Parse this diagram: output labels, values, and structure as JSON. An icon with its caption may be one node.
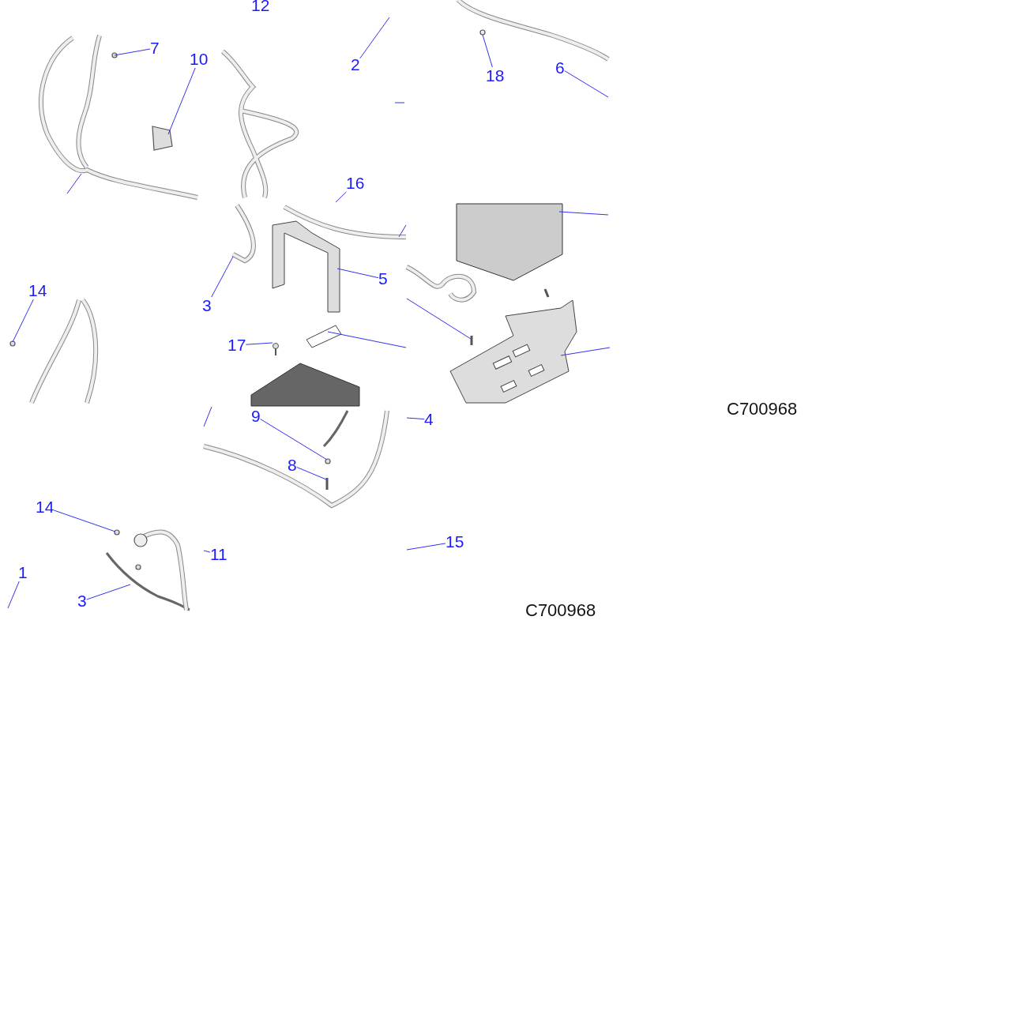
{
  "diagram": {
    "nodes": [
      {
        "text": [
          "7"
        ]
      },
      {
        "text": [
          "10"
        ]
      },
      {
        "text": [
          "2"
        ]
      },
      {
        "text": [
          "18"
        ]
      },
      {
        "text": [
          "6"
        ]
      },
      {
        "text": [
          "16"
        ]
      },
      {
        "text": [
          "14"
        ]
      },
      {
        "text": [
          "3"
        ]
      },
      {
        "text": [
          "5"
        ]
      },
      {
        "text": [
          "17"
        ]
      },
      {
        "text": [
          "9"
        ]
      },
      {
        "text": [
          "4"
        ]
      },
      {
        "text": [
          "8"
        ]
      },
      {
        "text": [
          "14"
        ]
      },
      {
        "text": [
          "11"
        ]
      },
      {
        "text": [
          "1"
        ]
      },
      {
        "text": [
          "3"
        ]
      },
      {
        "text": [
          "15"
        ]
      },
      {
        "text": [],
        "shape": "picture"
      }
    ],
    "edges": [
      {
        "from": 0,
        "to": null,
        "arrow": "none"
      },
      {
        "from": 1,
        "to": null,
        "arrow": "none"
      },
      {
        "from": 2,
        "to": null,
        "arrow": "none"
      },
      {
        "from": 3,
        "to": null,
        "arrow": "none"
      },
      {
        "from": 4,
        "to": null,
        "arrow": "none"
      },
      {
        "from": 5,
        "to": null,
        "arrow": "none"
      },
      {
        "from": 6,
        "to": null,
        "arrow": "none"
      },
      {
        "from": 7,
        "to": null,
        "arrow": "none"
      },
      {
        "from": 8,
        "to": null,
        "arrow": "none"
      },
      {
        "from": 9,
        "to": 18,
        "arrow": "none"
      },
      {
        "from": 10,
        "to": null,
        "arrow": "none"
      },
      {
        "from": 11,
        "to": null,
        "arrow": "none"
      },
      {
        "from": 12,
        "to": null,
        "arrow": "none"
      },
      {
        "from": 13,
        "to": null,
        "arrow": "none"
      },
      {
        "from": 14,
        "to": null,
        "arrow": "none"
      },
      {
        "from": 15,
        "to": null,
        "arrow": "none"
      },
      {
        "from": 16,
        "to": null,
        "arrow": "none"
      },
      {
        "from": 17,
        "to": null,
        "arrow": "none"
      }
    ],
    "labels": [
      "12",
      "C700968",
      "C700968"
    ]
  }
}
